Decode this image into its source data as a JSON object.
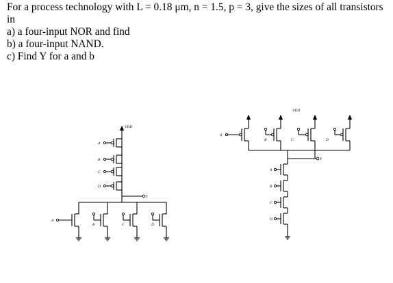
{
  "question": {
    "line1": "For a process technology with L = 0.18 μm, n = 1.5, p = 3, give the sizes of all transistors in",
    "line2": "a) a four-input NOR and find",
    "line3": "b) a four-input NAND.",
    "line4": "c) Find Y for a and b"
  },
  "nor_circuit": {
    "supply_label": "VDD",
    "output_label": "Y",
    "pmos_inputs": [
      "A",
      "B",
      "C",
      "D"
    ],
    "nmos_inputs": [
      "A",
      "B",
      "C",
      "D"
    ]
  },
  "nand_circuit": {
    "supply_label": "VDD",
    "output_label": "Y",
    "pmos_inputs": [
      "A",
      "B",
      "C",
      "D"
    ],
    "nmos_inputs": [
      "A",
      "B",
      "C",
      "D"
    ]
  }
}
